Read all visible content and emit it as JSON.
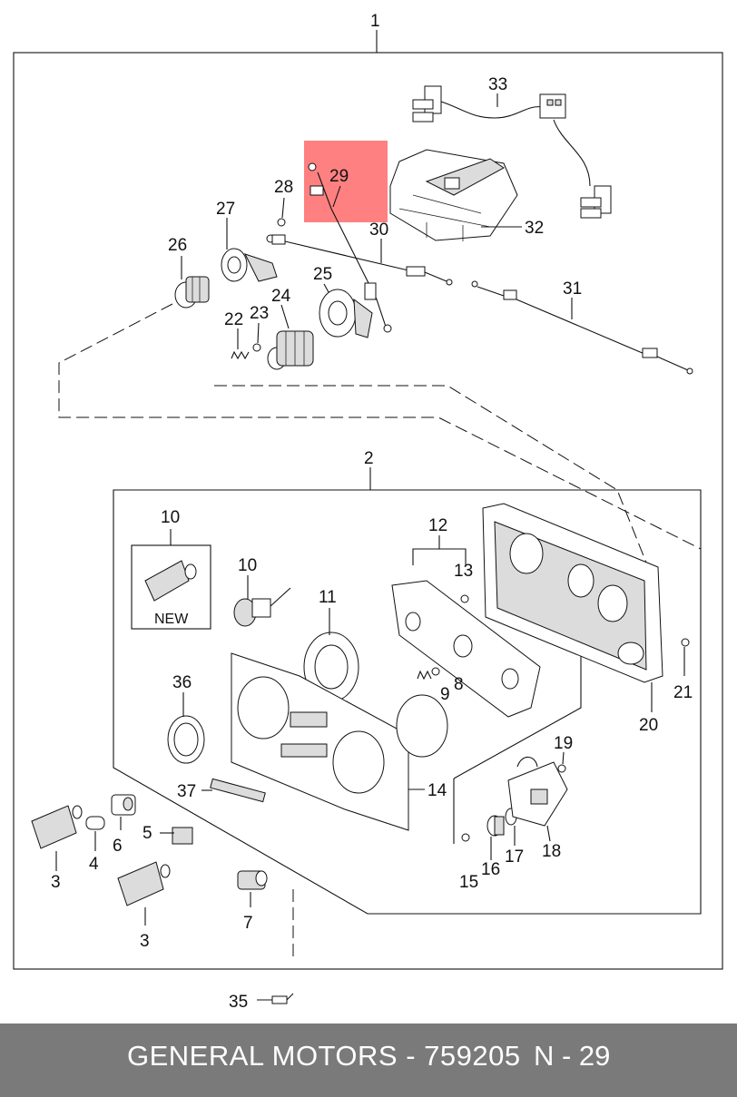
{
  "callouts": {
    "c1": "1",
    "c2": "2",
    "c3a": "3",
    "c3b": "3",
    "c4": "4",
    "c5": "5",
    "c6": "6",
    "c7": "7",
    "c8": "8",
    "c9": "9",
    "c10a": "10",
    "c10b": "10",
    "c11": "11",
    "c12": "12",
    "c13": "13",
    "c14": "14",
    "c15": "15",
    "c16": "16",
    "c17": "17",
    "c18": "18",
    "c19": "19",
    "c20": "20",
    "c21": "21",
    "c22": "22",
    "c23": "23",
    "c24": "24",
    "c25": "25",
    "c26": "26",
    "c27": "27",
    "c28": "28",
    "c29": "29",
    "c30": "30",
    "c31": "31",
    "c32": "32",
    "c33": "33",
    "c35": "35",
    "c36": "36",
    "c37": "37"
  },
  "new_label": "NEW",
  "highlight": {
    "part": "29",
    "color": "#ff8080"
  },
  "footer": {
    "brand": "GENERAL MOTORS - 759205",
    "page": "N - 29"
  }
}
